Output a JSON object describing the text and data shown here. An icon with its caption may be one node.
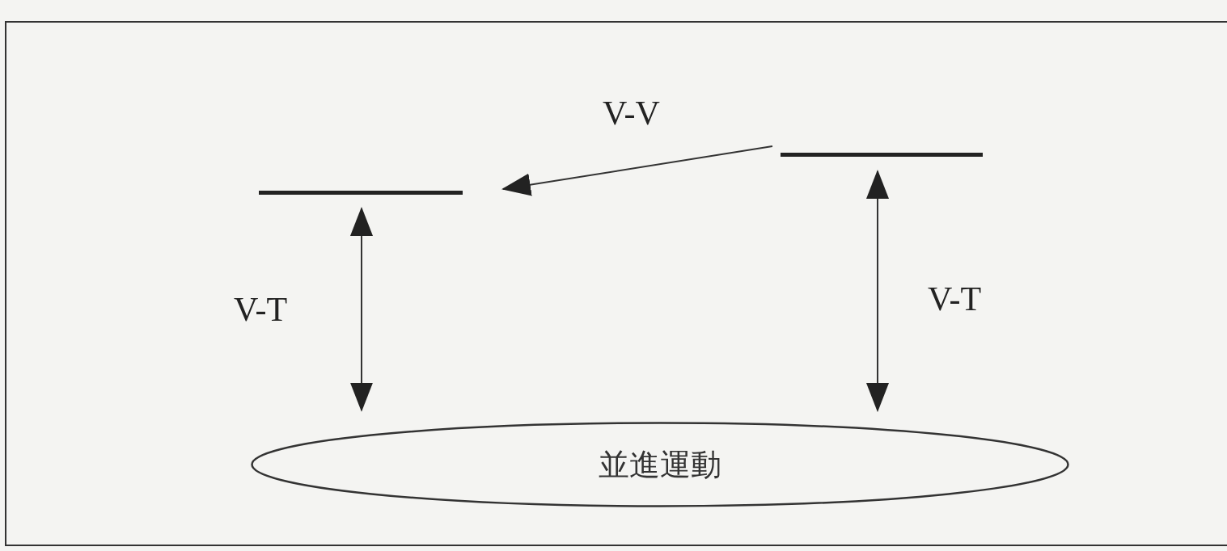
{
  "diagram": {
    "nodes": [
      {
        "text": [],
        "shape": "bar"
      },
      {
        "text": [],
        "shape": "bar"
      },
      {
        "text": [
          "並進運動"
        ]
      }
    ],
    "edges": [
      {
        "from": 1,
        "to": 0,
        "arrow": "to",
        "label": "V-V"
      },
      {
        "from": 0,
        "to": 2,
        "arrow": "both",
        "label": "V-T"
      },
      {
        "from": 1,
        "to": 2,
        "arrow": "both",
        "label": "V-T"
      }
    ]
  }
}
